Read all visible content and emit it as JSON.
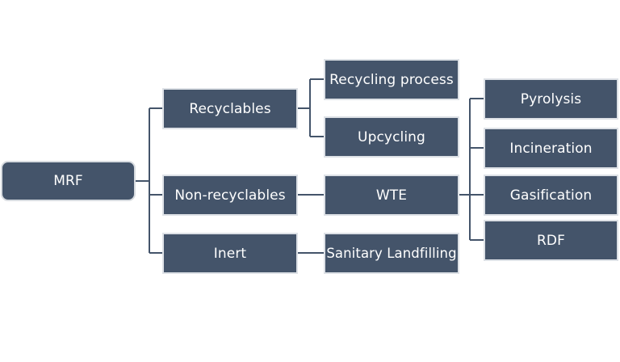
{
  "nodes": {
    "mrf": "MRF",
    "recyclables": "Recyclables",
    "non_recyclables": "Non-recyclables",
    "inert": "Inert",
    "recycling_process": "Recycling process",
    "upcycling": "Upcycling",
    "wte": "WTE",
    "sanitary_landfilling": "Sanitary Landfilling",
    "pyrolysis": "Pyrolysis",
    "incineration": "Incineration",
    "gasification": "Gasification",
    "rdf": "RDF"
  },
  "edges": [
    [
      "mrf",
      "recyclables"
    ],
    [
      "mrf",
      "non_recyclables"
    ],
    [
      "mrf",
      "inert"
    ],
    [
      "recyclables",
      "recycling_process"
    ],
    [
      "recyclables",
      "upcycling"
    ],
    [
      "non_recyclables",
      "wte"
    ],
    [
      "inert",
      "sanitary_landfilling"
    ],
    [
      "wte",
      "pyrolysis"
    ],
    [
      "wte",
      "incineration"
    ],
    [
      "wte",
      "gasification"
    ],
    [
      "wte",
      "rdf"
    ]
  ],
  "colors": {
    "node_fill": "#44546a",
    "node_text": "#ffffff",
    "connector": "#44546a",
    "background": "#ffffff"
  }
}
